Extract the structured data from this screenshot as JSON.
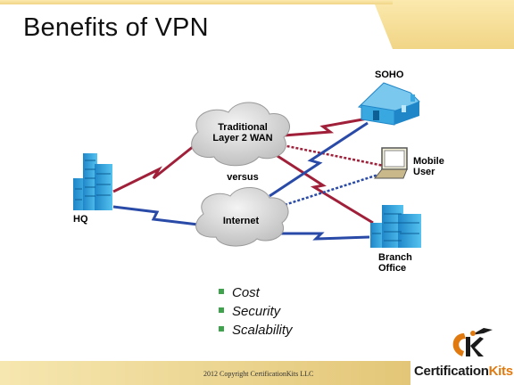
{
  "slide": {
    "title": "Benefits of VPN",
    "bullets": [
      "Cost",
      "Security",
      "Scalability"
    ],
    "copyright": "2012 Copyright CertificationKits LLC",
    "logo": {
      "part1": "Certification",
      "part2": "Kits"
    }
  },
  "diagram": {
    "nodes": {
      "hq": "HQ",
      "soho": "SOHO",
      "mobile_line1": "Mobile",
      "mobile_line2": "User",
      "branch_line1": "Branch",
      "branch_line2": "Office",
      "wan_line1": "Traditional",
      "wan_line2": "Layer 2 WAN",
      "internet": "Internet",
      "versus": "versus"
    },
    "colors": {
      "wan_link": "#a0203a",
      "internet_link": "#2a4aa8",
      "building_blue": "#3aa8e0",
      "cloud": "#d8d8d8"
    }
  }
}
